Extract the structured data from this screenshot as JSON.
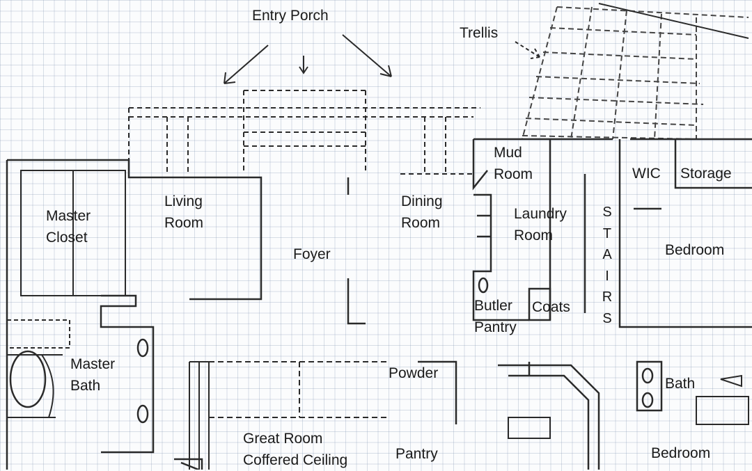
{
  "labels": {
    "entry_porch": "Entry Porch",
    "trellis": "Trellis",
    "mud_room_1": "Mud",
    "mud_room_2": "Room",
    "wic": "WIC",
    "storage": "Storage",
    "master_closet_1": "Master",
    "master_closet_2": "Closet",
    "living_room_1": "Living",
    "living_room_2": "Room",
    "dining_room_1": "Dining",
    "dining_room_2": "Room",
    "laundry_room_1": "Laundry",
    "laundry_room_2": "Room",
    "foyer": "Foyer",
    "bedroom_upper": "Bedroom",
    "butler_pantry_1": "Butler",
    "butler_pantry_2": "Pantry",
    "coats": "Coats",
    "stairs": [
      "S",
      "T",
      "A",
      "I",
      "R",
      "S"
    ],
    "master_bath_1": "Master",
    "master_bath_2": "Bath",
    "powder": "Powder",
    "bath": "Bath",
    "great_room_1": "Great Room",
    "great_room_2": "Coffered Ceiling",
    "pantry": "Pantry",
    "bedroom_lower": "Bedroom"
  }
}
